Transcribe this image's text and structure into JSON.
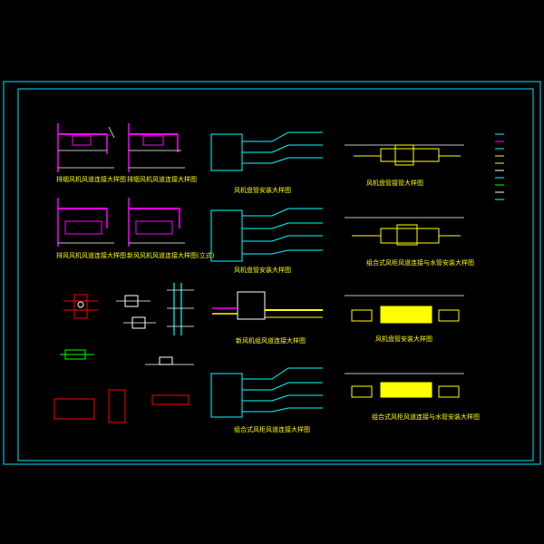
{
  "drawing": {
    "background": "#000000",
    "colors": {
      "frame": "#00e5ff",
      "magenta": "#ff00ff",
      "white": "#ffffff",
      "yellow": "#ffff00",
      "cyan": "#00ffff",
      "red": "#ff0000",
      "green": "#00ff00"
    },
    "titles": [
      "排烟风机风道连接大样图",
      "排烟风机风道连接大样图",
      "排风风机风道连接大样图",
      "新风风机风道连接大样图(立式)",
      "风机盘管安装大样图",
      "风机盘管安装大样图",
      "新风机组风道连接大样图",
      "组合式风柜风道连接大样图",
      "风机盘管接管大样图",
      "组合式风柜风道连接与水管安装大样图",
      "风机盘管安装大样图",
      "组合式风柜风道连接与水管安装大样图"
    ],
    "legend_items": [
      "",
      "",
      "",
      "",
      "",
      "",
      "",
      "",
      "",
      ""
    ],
    "sheet_label": ""
  }
}
